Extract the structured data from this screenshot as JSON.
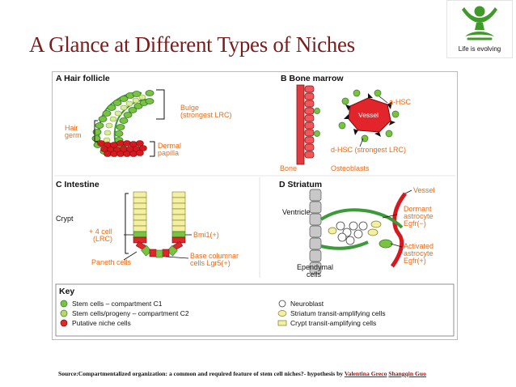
{
  "slide": {
    "title": "A Glance at Different Types of Niches",
    "logo_caption": "Life is evolving",
    "logo_icon": "meditating-figure-icon",
    "colors": {
      "title": "#7a1d1d",
      "logo_green": "#3f9a2a",
      "link": "#c00000"
    }
  },
  "figure": {
    "panel_a": {
      "title": "A  Hair follicle",
      "bulge": "Bulge",
      "bulge_note": "(strongest LRC)",
      "hair": "Hair",
      "germ": "germ",
      "dermal": "Dermal",
      "papilla": "papilla"
    },
    "panel_b": {
      "title": "B  Bone marrow",
      "a_hsc": "a-HSC",
      "vessel": "Vessel",
      "d_hsc": "d-HSC (strongest LRC)",
      "bone": "Bone",
      "osteoblasts": "Osteoblasts"
    },
    "panel_c": {
      "title": "C  Intestine",
      "crypt": "Crypt",
      "four_cell": "+ 4 cell",
      "lrc": "(LRC)",
      "bmi1": "Bmi1(+)",
      "paneth": "Paneth cells",
      "base_columnar": "Base columnar",
      "lgr5": "cells Lgr5(+)"
    },
    "panel_d": {
      "title": "D  Striatum",
      "vessel": "Vessel",
      "ventricle": "Ventricle",
      "dormant": "Dormant",
      "astrocyte1": "astrocyte",
      "egfr_minus": "Egfr(−)",
      "activated": "Activated",
      "astrocyte2": "astrocyte",
      "egfr_plus": "Egfr(+)",
      "ependymal": "Ependymal",
      "cells": "cells"
    },
    "key": {
      "title": "Key",
      "items": [
        "Stem cells – compartment C1",
        "Stem cells/progeny – compartment C2",
        "Putative niche cells",
        "Neuroblast",
        "Striatum transit-amplifying cells",
        "Crypt transit-amplifying cells"
      ]
    }
  },
  "source": {
    "text": "Source:Compartmentalized organization: a common and required feature of stem cell niches?- hypothesis by ",
    "author1": "Valentina Greco",
    "author2": "Shangqin Guo"
  }
}
